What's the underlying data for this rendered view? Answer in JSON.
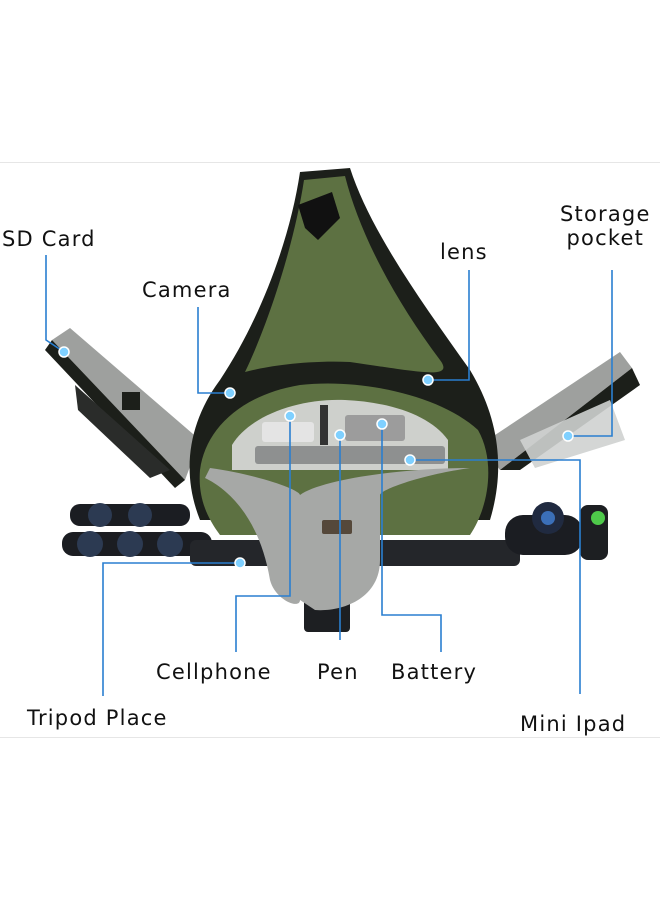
{
  "labels": {
    "sd_card": "SD Card",
    "camera": "Camera",
    "lens": "lens",
    "storage_line1": "Storage",
    "storage_line2": "pocket",
    "cellphone": "Cellphone",
    "pen": "Pen",
    "battery": "Battery",
    "tripod": "Tripod Place",
    "mini_ipad": "Mini Ipad"
  },
  "colors": {
    "bag_green": "#5d7142",
    "bag_dark": "#1c1f1a",
    "bag_grey": "#a6a8a6",
    "callout_blue": "#2a7fd0",
    "callout_dot": "#7fd0ff"
  }
}
